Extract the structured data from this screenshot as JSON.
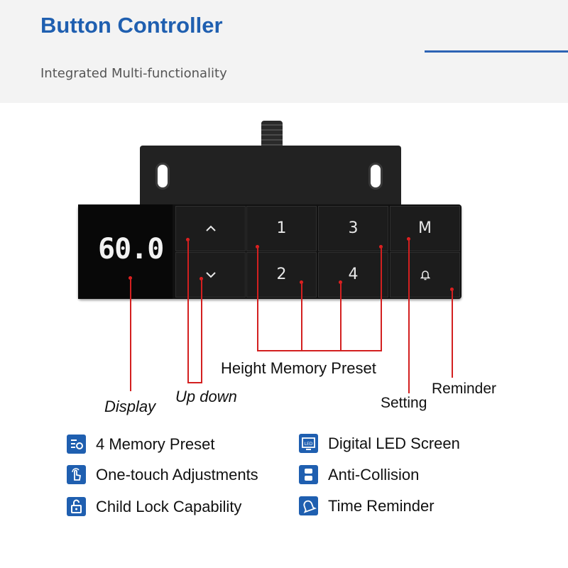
{
  "header": {
    "title": "Button Controller",
    "subtitle": "Integrated Multi-functionality",
    "accent_color": "#1f5fb0"
  },
  "controller": {
    "display_value": "60.0",
    "buttons": {
      "up_icon": "chevron-up-icon",
      "down_icon": "chevron-down-icon",
      "preset_1": "1",
      "preset_2": "2",
      "preset_3": "3",
      "preset_4": "4",
      "memory": "M",
      "reminder_icon": "bell-icon"
    }
  },
  "callouts": {
    "display": "Display",
    "up_down": "Up down",
    "height_memory_preset": "Height Memory Preset",
    "setting": "Setting",
    "reminder": "Reminder",
    "line_color": "#d32020"
  },
  "features": [
    {
      "label": "4 Memory Preset",
      "icon": "memory-settings-icon"
    },
    {
      "label": "One-touch Adjustments",
      "icon": "touch-hand-icon"
    },
    {
      "label": "Child Lock Capability",
      "icon": "lock-icon"
    },
    {
      "label": "Digital LED Screen",
      "icon": "led-screen-icon"
    },
    {
      "label": "Anti-Collision",
      "icon": "anti-collision-icon"
    },
    {
      "label": "Time Reminder",
      "icon": "bell-icon"
    }
  ]
}
